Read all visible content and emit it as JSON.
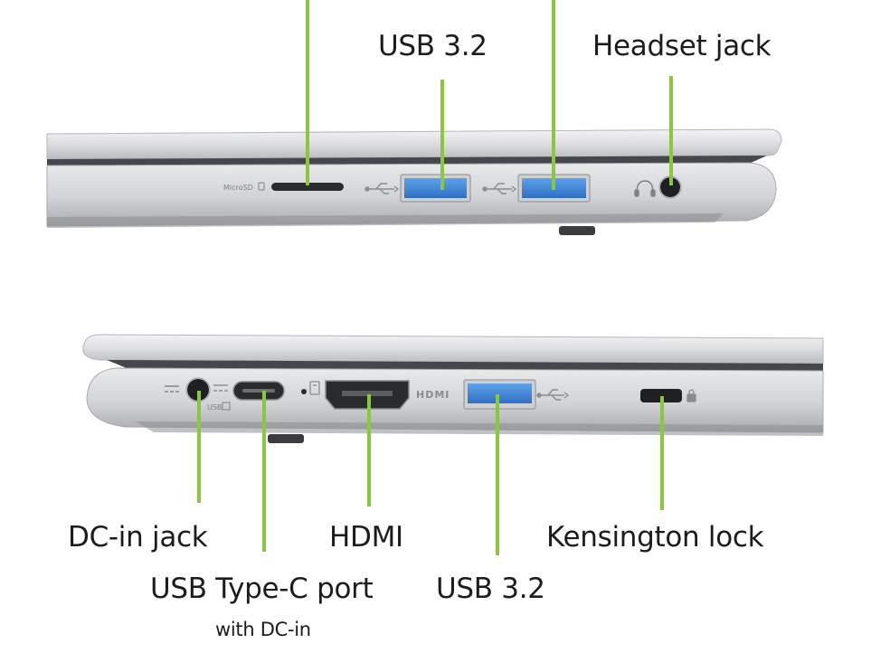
{
  "labels": {
    "usb32_top": "USB 3.2",
    "headset_jack": "Headset jack",
    "dc_in_jack": "DC-in jack",
    "hdmi": "HDMI",
    "kensington_lock": "Kensington lock",
    "usb_type_c": "USB Type-C port",
    "with_dc_in": "with DC-in",
    "usb32_bottom": "USB 3.2"
  },
  "engravings": {
    "microsd": "MicroSD",
    "hdmi_logo": "HDMI",
    "usb_small": "USB"
  },
  "colors": {
    "leader_line": "#8cc63f",
    "usb_port_blue": "#3d83d6",
    "chassis": "#d6d7da"
  },
  "icons": [
    "usb-icon",
    "headset-icon",
    "dc-power-icon",
    "lock-icon",
    "sd-card-icon"
  ]
}
